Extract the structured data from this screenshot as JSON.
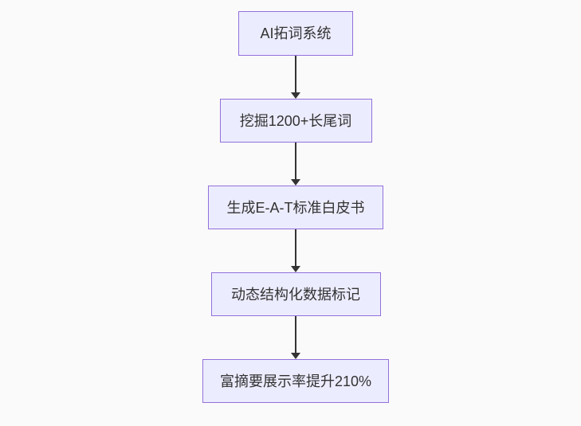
{
  "diagram": {
    "type": "flowchart",
    "direction": "top-down",
    "nodes": [
      {
        "id": "A",
        "label": "AI拓词系统"
      },
      {
        "id": "B",
        "label": "挖掘1200+长尾词"
      },
      {
        "id": "C",
        "label": "生成E-A-T标准白皮书"
      },
      {
        "id": "D",
        "label": "动态结构化数据标记"
      },
      {
        "id": "E",
        "label": "富摘要展示率提升210%"
      }
    ],
    "edges": [
      {
        "from": "A",
        "to": "B"
      },
      {
        "from": "B",
        "to": "C"
      },
      {
        "from": "C",
        "to": "D"
      },
      {
        "from": "D",
        "to": "E"
      }
    ],
    "colors": {
      "background": "#fafafa",
      "node_fill": "#ececff",
      "node_border": "#9370db",
      "node_text": "#333333",
      "edge": "#333333"
    }
  }
}
